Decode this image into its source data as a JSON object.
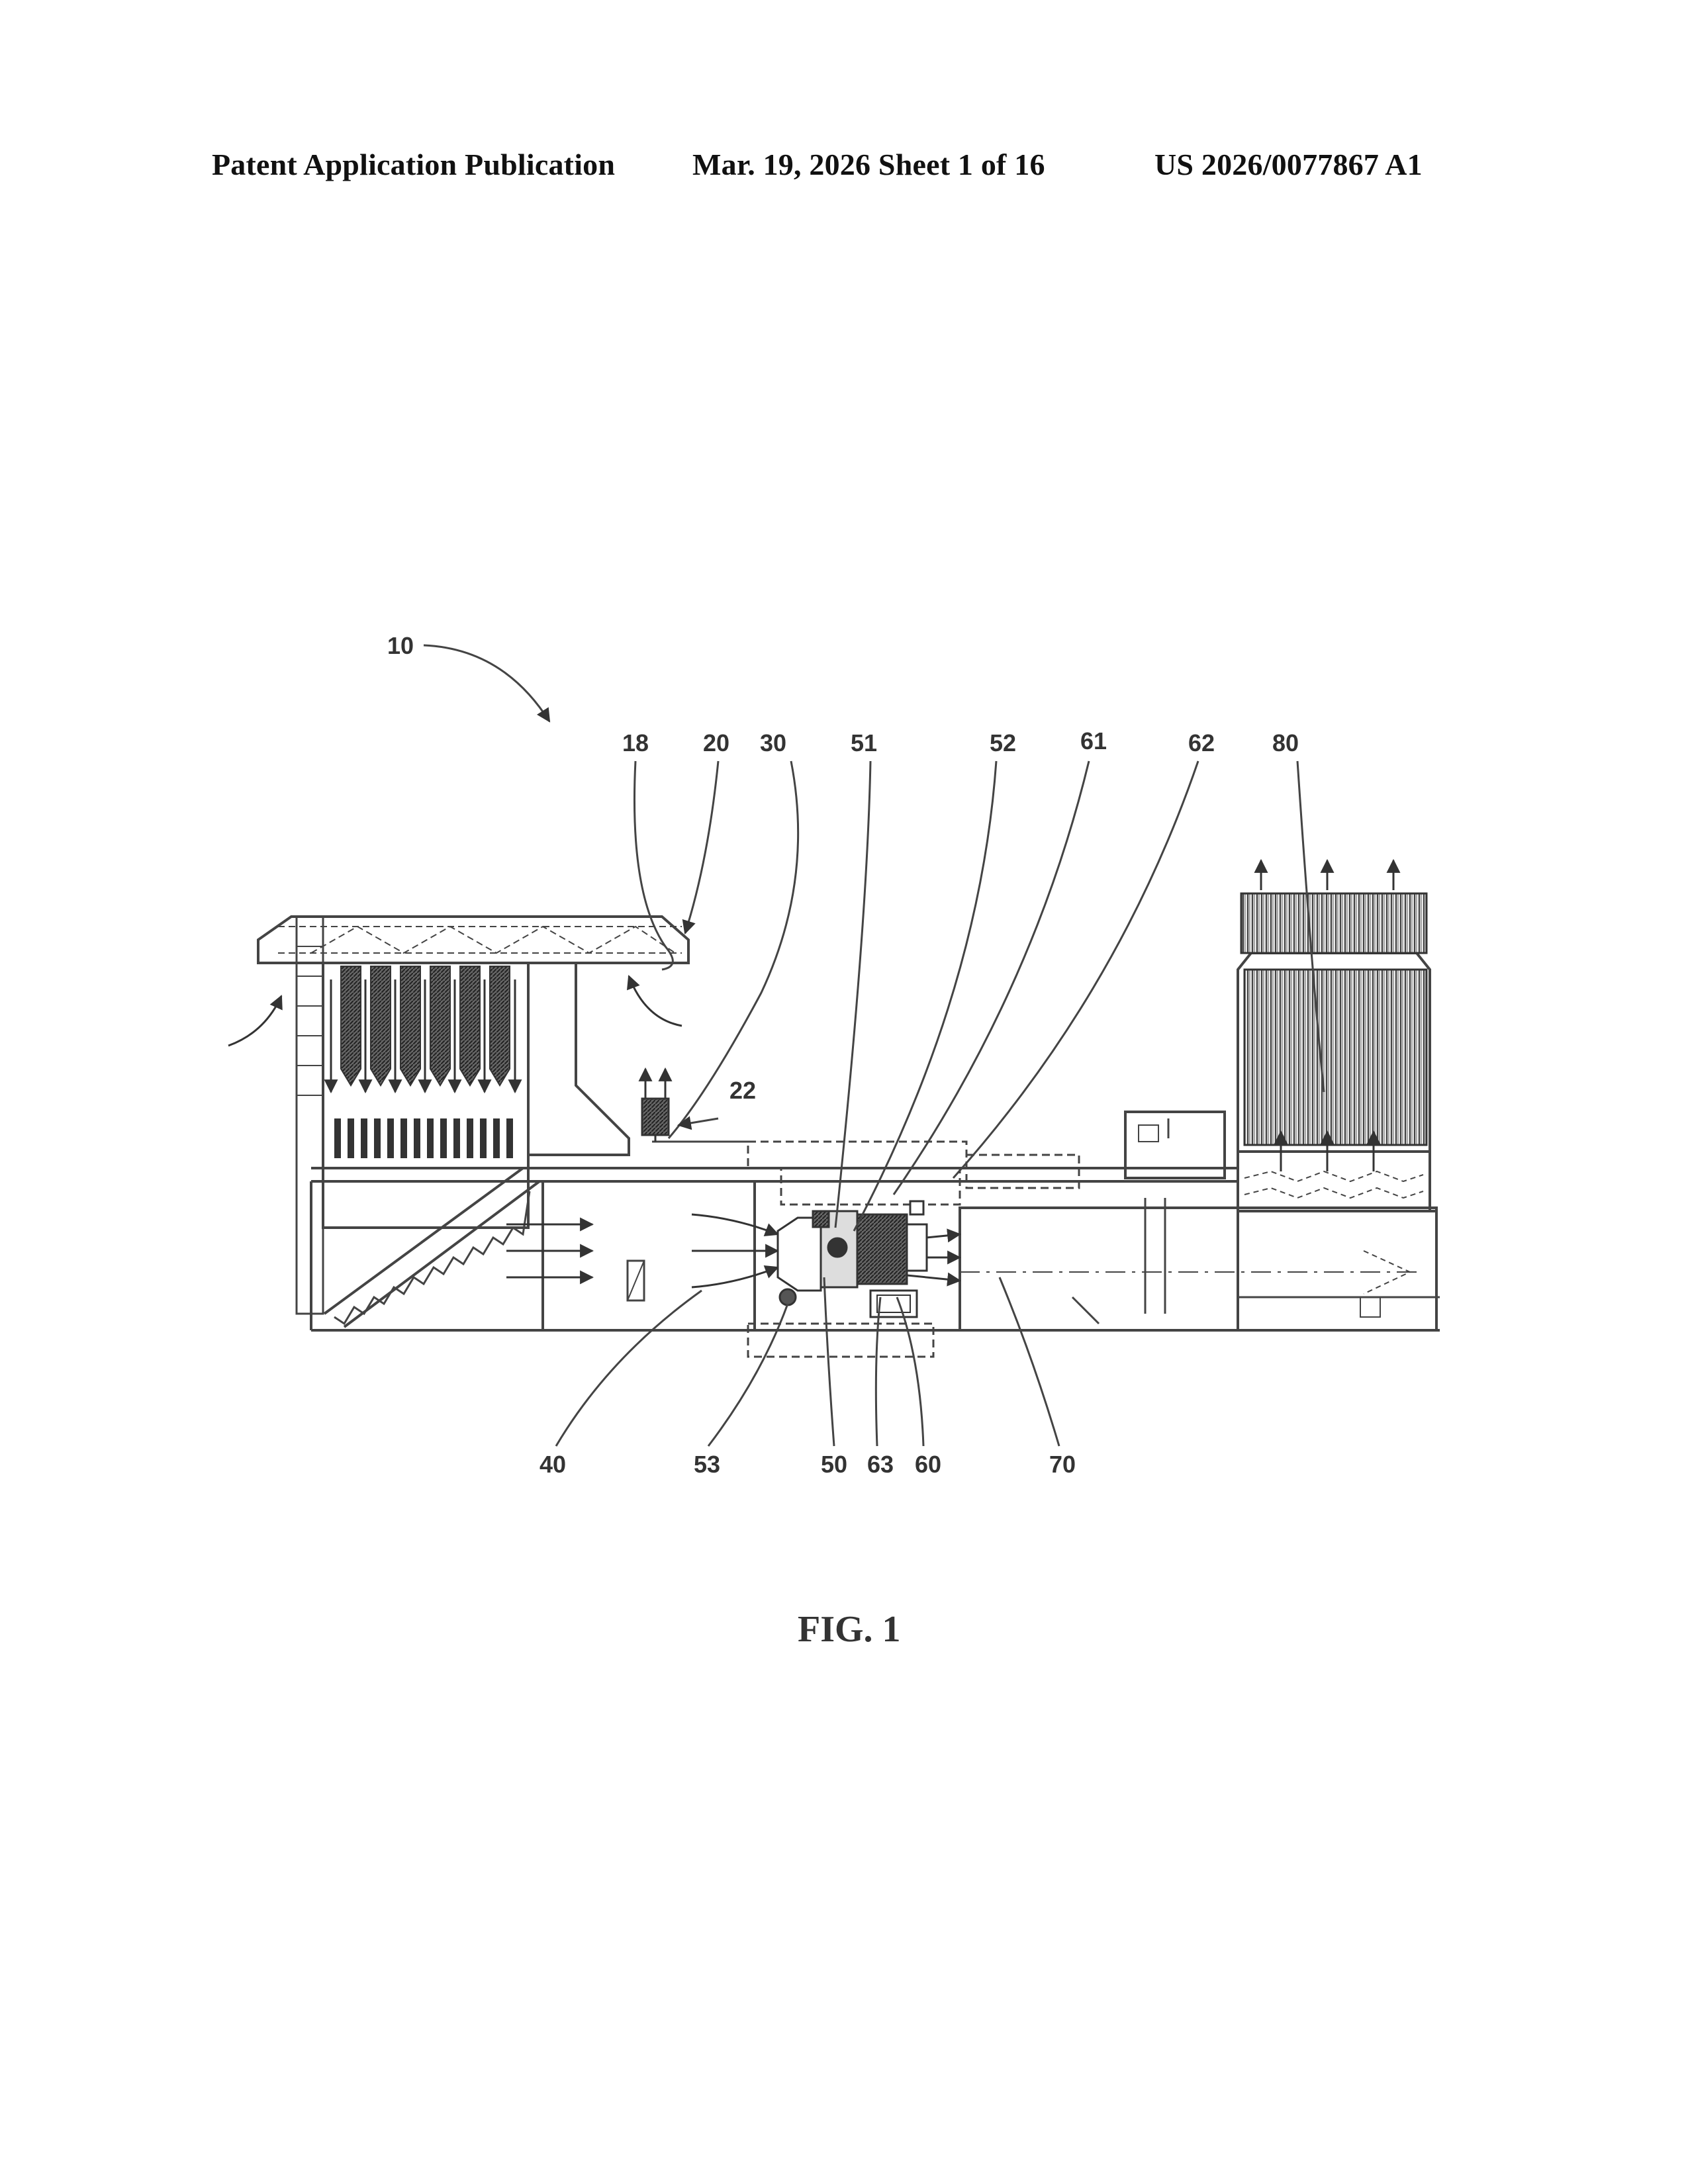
{
  "header": {
    "publication": "Patent Application Publication",
    "date_sheet": "Mar. 19, 2026  Sheet 1 of 16",
    "number": "US 2026/0077867 A1"
  },
  "figure": {
    "caption": "FIG. 1",
    "refs": {
      "r10": "10",
      "r18": "18",
      "r20": "20",
      "r22": "22",
      "r30": "30",
      "r40": "40",
      "r50": "50",
      "r51": "51",
      "r52": "52",
      "r53": "53",
      "r60": "60",
      "r61": "61",
      "r62": "62",
      "r63": "63",
      "r70": "70",
      "r80": "80"
    }
  }
}
